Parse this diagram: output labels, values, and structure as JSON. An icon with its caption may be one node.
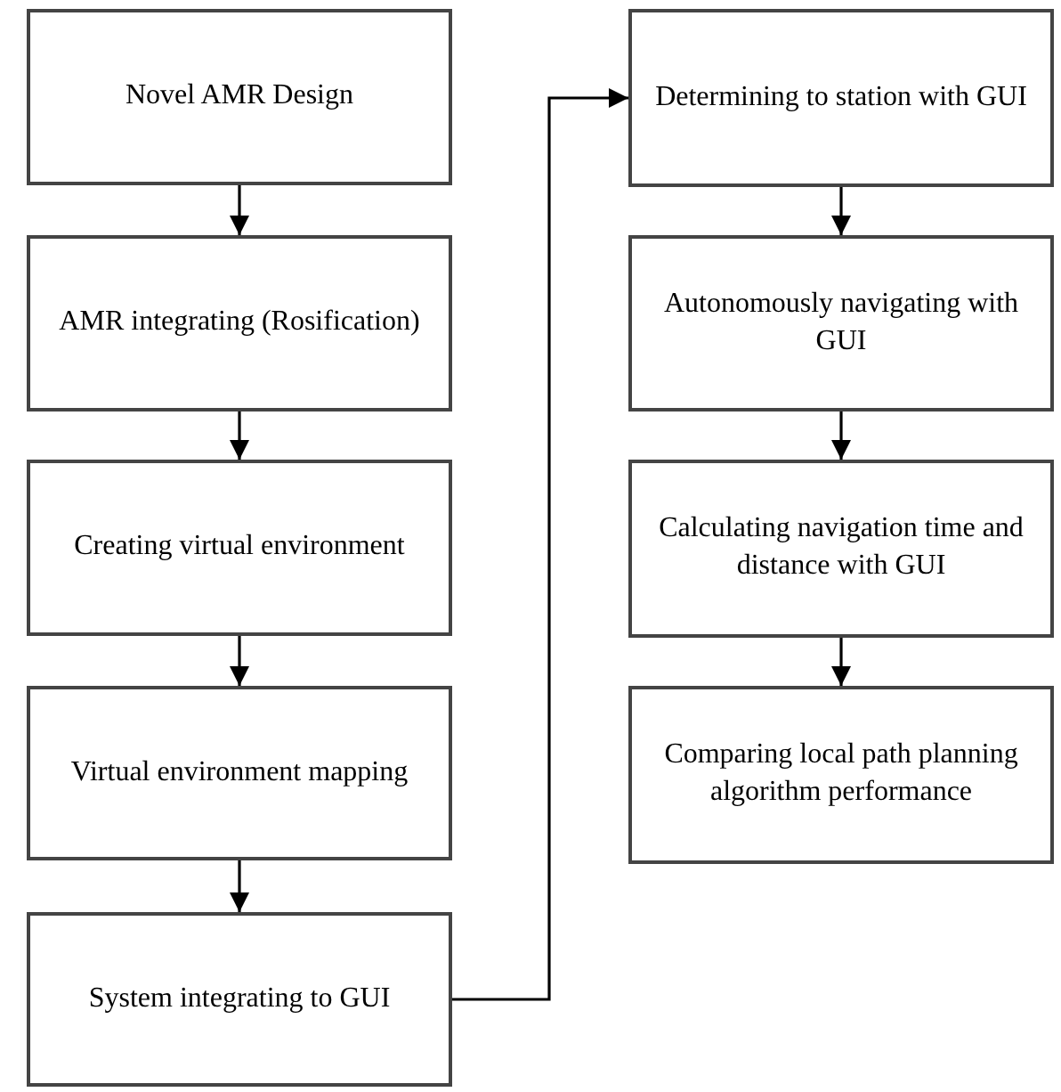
{
  "diagram": {
    "nodes": [
      {
        "text": [
          "Novel AMR Design"
        ]
      },
      {
        "text": [
          "AMR integrating (Rosification)"
        ]
      },
      {
        "text": [
          "Creating virtual environment"
        ]
      },
      {
        "text": [
          "Virtual environment mapping"
        ]
      },
      {
        "text": [
          "System integrating to GUI"
        ]
      },
      {
        "text": [
          "Determining to station with GUI"
        ]
      },
      {
        "text": [
          "Autonomously navigating with GUI"
        ]
      },
      {
        "text": [
          "Calculating navigation time and distance with GUI"
        ]
      },
      {
        "text": [
          "Comparing local path planning algorithm performance"
        ]
      }
    ],
    "edges": [
      {
        "from": 0,
        "to": 1,
        "arrow": "to"
      },
      {
        "from": 1,
        "to": 2,
        "arrow": "to"
      },
      {
        "from": 2,
        "to": 3,
        "arrow": "to"
      },
      {
        "from": 3,
        "to": 4,
        "arrow": "to"
      },
      {
        "from": 4,
        "to": 5,
        "arrow": "to"
      },
      {
        "from": 5,
        "to": 6,
        "arrow": "to"
      },
      {
        "from": 6,
        "to": 7,
        "arrow": "to"
      },
      {
        "from": 7,
        "to": 8,
        "arrow": "to"
      }
    ]
  }
}
